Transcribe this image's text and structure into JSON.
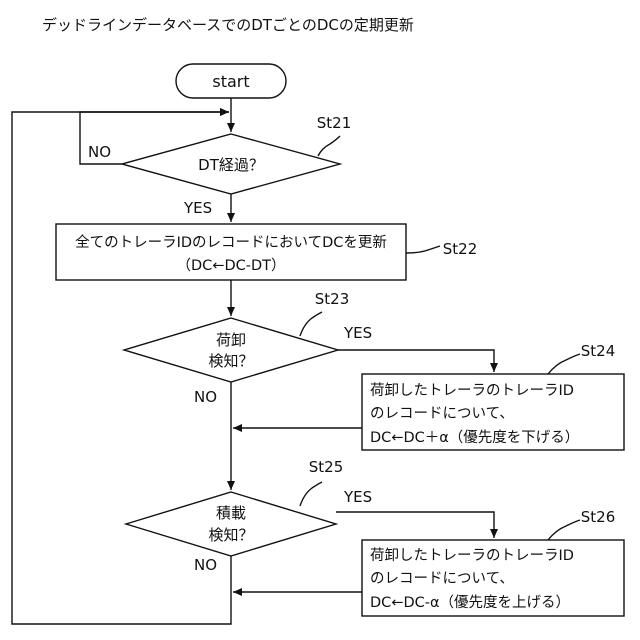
{
  "title": "デッドラインデータベースでのDTごとのDCの定期更新",
  "start": "start",
  "steps": {
    "st21": {
      "tag": "St21",
      "text": "DT経過？",
      "no": "NO",
      "yes": "YES"
    },
    "st22": {
      "tag": "St22",
      "line1": "全てのトレーラIDのレコードにおいてDCを更新",
      "line2": "（DC←DC-DT）"
    },
    "st23": {
      "tag": "St23",
      "line1": "荷卸",
      "line2": "検知？",
      "yes": "YES",
      "no": "NO"
    },
    "st24": {
      "tag": "St24",
      "line1": "荷卸したトレーラのトレーラID",
      "line2": "のレコードについて、",
      "line3": "DC←DC＋α（優先度を下げる）"
    },
    "st25": {
      "tag": "St25",
      "line1": "積載",
      "line2": "検知？",
      "yes": "YES",
      "no": "NO"
    },
    "st26": {
      "tag": "St26",
      "line1": "荷卸したトレーラのトレーラID",
      "line2": "のレコードについて、",
      "line3": "DC←DC-α（優先度を上げる）"
    }
  }
}
